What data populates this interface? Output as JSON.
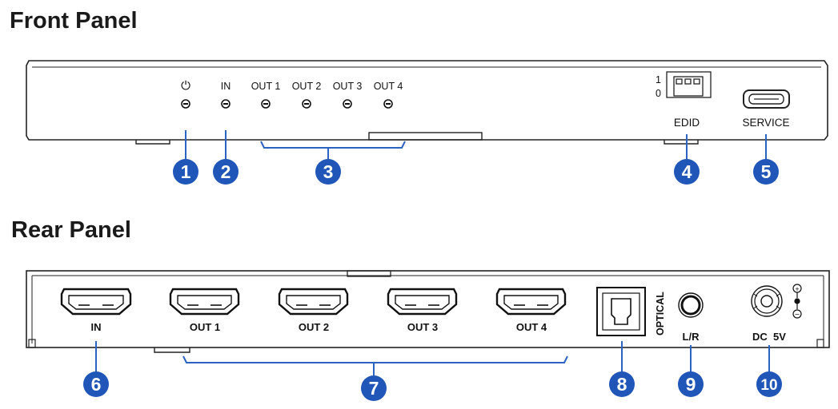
{
  "front_panel": {
    "title": "Front Panel",
    "power_symbol": "⏻",
    "led_labels": [
      "IN",
      "OUT 1",
      "OUT 2",
      "OUT 3",
      "OUT 4"
    ],
    "switch_labels": [
      "1",
      "0"
    ],
    "edid_label": "EDID",
    "service_label": "SERVICE",
    "callouts": [
      "1",
      "2",
      "3",
      "4",
      "5"
    ]
  },
  "rear_panel": {
    "title": "Rear Panel",
    "port_labels": [
      "IN",
      "OUT 1",
      "OUT 2",
      "OUT 3",
      "OUT 4"
    ],
    "optical_label": "OPTICAL",
    "lr_label": "L/R",
    "dc_label": "DC  5V",
    "polarity_plus": "+",
    "polarity_minus": "−",
    "callouts": [
      "6",
      "7",
      "8",
      "9",
      "10"
    ]
  },
  "colors": {
    "callout": "#1f56b8",
    "leader": "#2a63c2",
    "outline": "#222222"
  }
}
